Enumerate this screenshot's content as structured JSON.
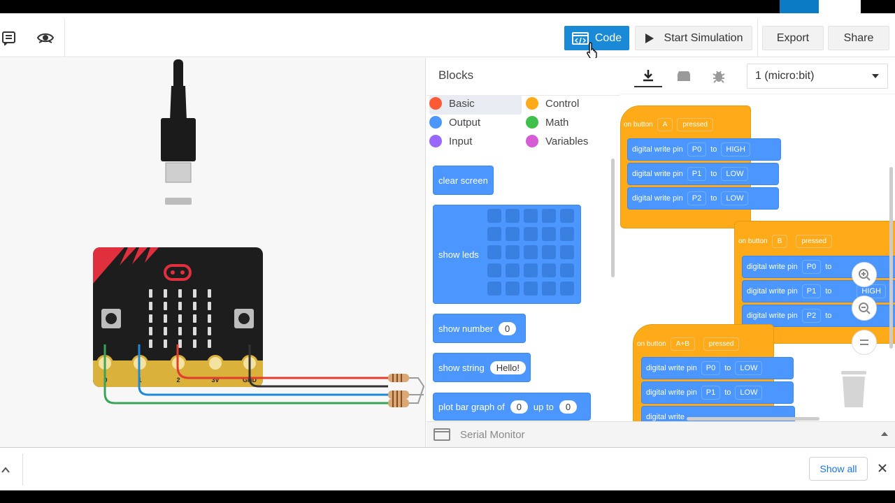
{
  "toolbar": {
    "code_label": "Code",
    "start_sim_label": "Start Simulation",
    "export_label": "Export",
    "share_label": "Share"
  },
  "microbit": {
    "pins": [
      "0",
      "1",
      "2",
      "3V",
      "GND"
    ]
  },
  "blocks_panel": {
    "title": "Blocks",
    "categories": [
      {
        "label": "Basic",
        "color": "#ff5a36"
      },
      {
        "label": "Control",
        "color": "#ffab19"
      },
      {
        "label": "Output",
        "color": "#4c97ff"
      },
      {
        "label": "Math",
        "color": "#40bf4a"
      },
      {
        "label": "Input",
        "color": "#9966ff"
      },
      {
        "label": "Variables",
        "color": "#d65cd6"
      }
    ],
    "blocks": {
      "clear_screen": "clear screen",
      "show_leds": "show leds",
      "show_number": "show number",
      "show_number_value": "0",
      "show_string": "show string",
      "show_string_value": "Hello!",
      "plot_bar_graph": "plot bar graph of",
      "plot_value": "0",
      "up_to": "up to",
      "up_to_value": "0"
    }
  },
  "workspace": {
    "device_select": "1 (micro:bit)",
    "on_button": "on button",
    "pressed": "pressed",
    "to": "to",
    "digital_write_pin": "digital write pin",
    "groupA": {
      "button": "A",
      "rows": [
        {
          "pin": "P0",
          "value": "HIGH"
        },
        {
          "pin": "P1",
          "value": "LOW"
        },
        {
          "pin": "P2",
          "value": "LOW"
        }
      ]
    },
    "groupB": {
      "button": "B",
      "rows": [
        {
          "pin": "P0",
          "value": ""
        },
        {
          "pin": "P1",
          "value": "HIGH"
        },
        {
          "pin": "P2",
          "value": ""
        }
      ]
    },
    "groupAB": {
      "button": "A+B",
      "rows": [
        {
          "pin": "P0",
          "value": "LOW"
        },
        {
          "pin": "P1",
          "value": "LOW"
        }
      ],
      "partial_label": "digital write"
    }
  },
  "serial_monitor": {
    "label": "Serial Monitor"
  },
  "download_bar": {
    "show_all": "Show all"
  },
  "colors": {
    "code_button": "#1a8ad6",
    "block_blue": "#4c97ff",
    "event_orange": "#ffab19"
  }
}
